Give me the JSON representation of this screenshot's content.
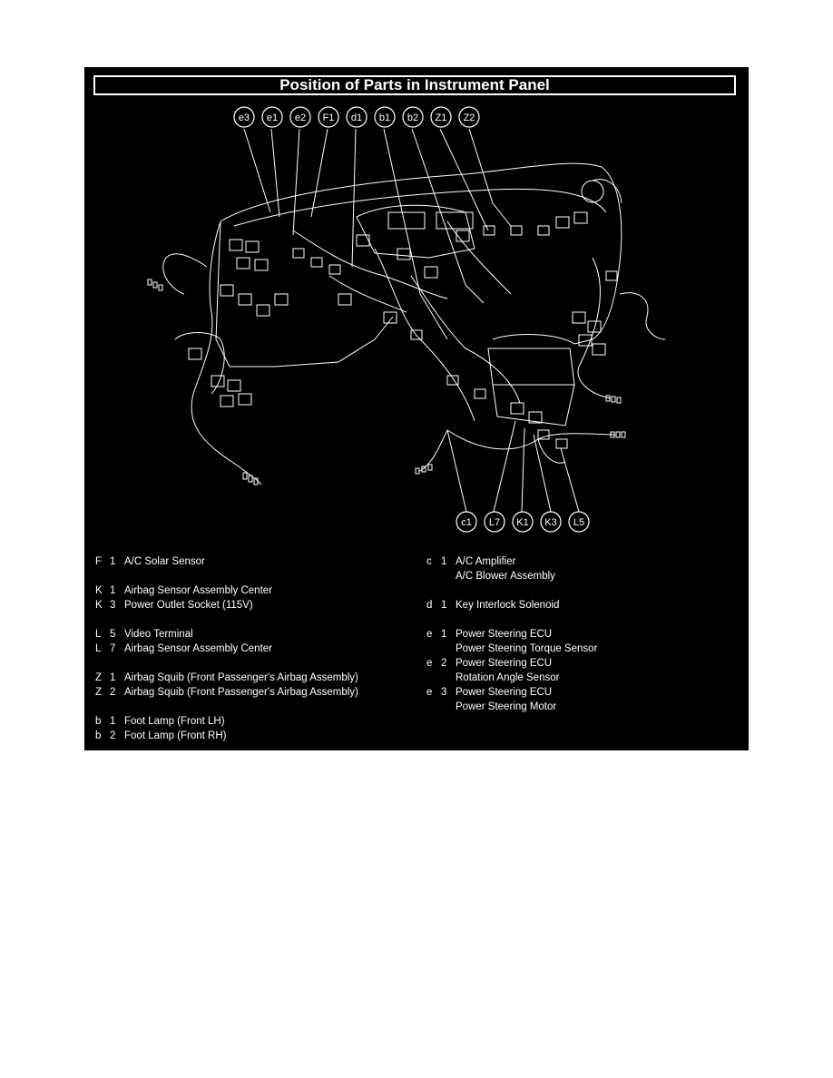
{
  "title": "Position of Parts in Instrument Panel",
  "top_callouts": [
    "e3",
    "e1",
    "e2",
    "F1",
    "d1",
    "b1",
    "b2",
    "Z1",
    "Z2"
  ],
  "bottom_callouts": [
    "c1",
    "L7",
    "K1",
    "K3",
    "L5"
  ],
  "legend_left": [
    {
      "letter": "F",
      "num": "1",
      "text": "A/C Solar Sensor"
    },
    {
      "letter": "K",
      "num": "1",
      "text": "Airbag Sensor Assembly Center"
    },
    {
      "letter": "K",
      "num": "3",
      "text": "Power Outlet Socket (115V)"
    },
    {
      "letter": "L",
      "num": "5",
      "text": "Video Terminal"
    },
    {
      "letter": "L",
      "num": "7",
      "text": "Airbag Sensor Assembly Center"
    },
    {
      "letter": "Z",
      "num": "1",
      "text": "Airbag Squib (Front Passenger's Airbag Assembly)"
    },
    {
      "letter": "Z",
      "num": "2",
      "text": "Airbag Squib (Front Passenger's Airbag Assembly)"
    },
    {
      "letter": "b",
      "num": "1",
      "text": "Foot Lamp (Front LH)"
    },
    {
      "letter": "b",
      "num": "2",
      "text": "Foot Lamp (Front RH)"
    }
  ],
  "legend_right": [
    {
      "letter": "c",
      "num": "1",
      "text": "A/C Amplifier"
    },
    {
      "letter": "",
      "num": "",
      "text": "A/C Blower Assembly"
    },
    {
      "letter": "d",
      "num": "1",
      "text": "Key Interlock Solenoid"
    },
    {
      "letter": "e",
      "num": "1",
      "text": "Power Steering ECU"
    },
    {
      "letter": "",
      "num": "",
      "text": "Power Steering Torque Sensor"
    },
    {
      "letter": "e",
      "num": "2",
      "text": "Power Steering ECU"
    },
    {
      "letter": "",
      "num": "",
      "text": "Rotation Angle Sensor"
    },
    {
      "letter": "e",
      "num": "3",
      "text": "Power Steering ECU"
    },
    {
      "letter": "",
      "num": "",
      "text": "Power Steering Motor"
    }
  ],
  "colors": {
    "panel": "#000000",
    "ink": "#ffffff",
    "page": "#ffffff"
  }
}
